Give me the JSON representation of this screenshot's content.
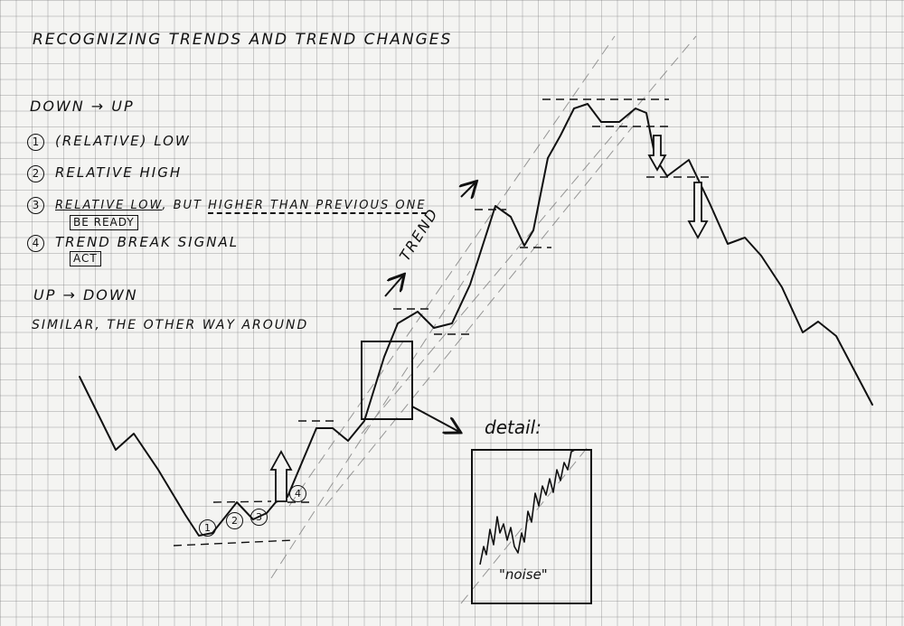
{
  "title": "RECOGNIZING TRENDS AND TREND CHANGES",
  "down_up": "DOWN → UP",
  "steps": [
    {
      "num": "1",
      "text": "(RELATIVE) LOW"
    },
    {
      "num": "2",
      "text": "RELATIVE HIGH"
    },
    {
      "num": "3",
      "text_a": "RELATIVE LOW",
      "text_b": ", BUT ",
      "text_c": "HIGHER THAN PREVIOUS ONE",
      "box": "BE READY"
    },
    {
      "num": "4",
      "text": "TREND BREAK SIGNAL",
      "box": "ACT"
    }
  ],
  "up_down": "UP → DOWN",
  "similar": "SIMILAR, THE OTHER WAY AROUND",
  "trend_label": "TREND",
  "detail_label": "detail:",
  "noise_label": "\"noise\"",
  "markers": [
    "1",
    "2",
    "3",
    "4"
  ]
}
